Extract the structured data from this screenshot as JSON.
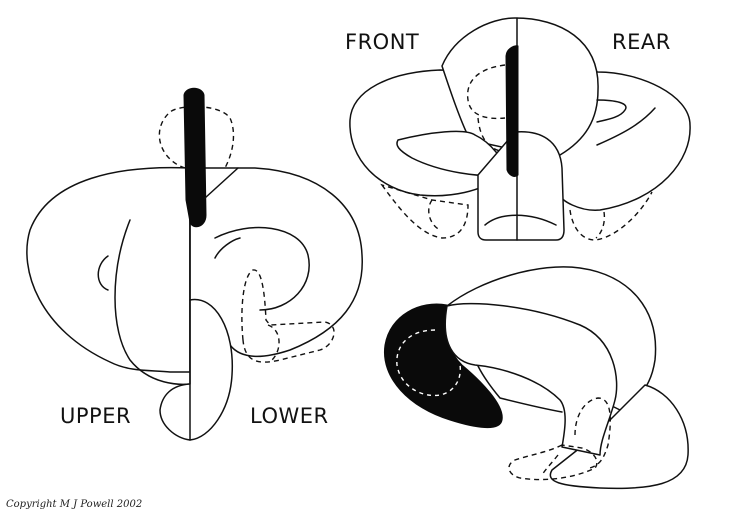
{
  "labels": {
    "upper": "UPPER",
    "lower": "LOWER",
    "front": "FRONT",
    "rear": "REAR"
  },
  "copyright": "Copyright  M J Powell 2002",
  "colors": {
    "background": "#ffffff",
    "line": "#111111",
    "fill_black": "#0a0a0a"
  }
}
